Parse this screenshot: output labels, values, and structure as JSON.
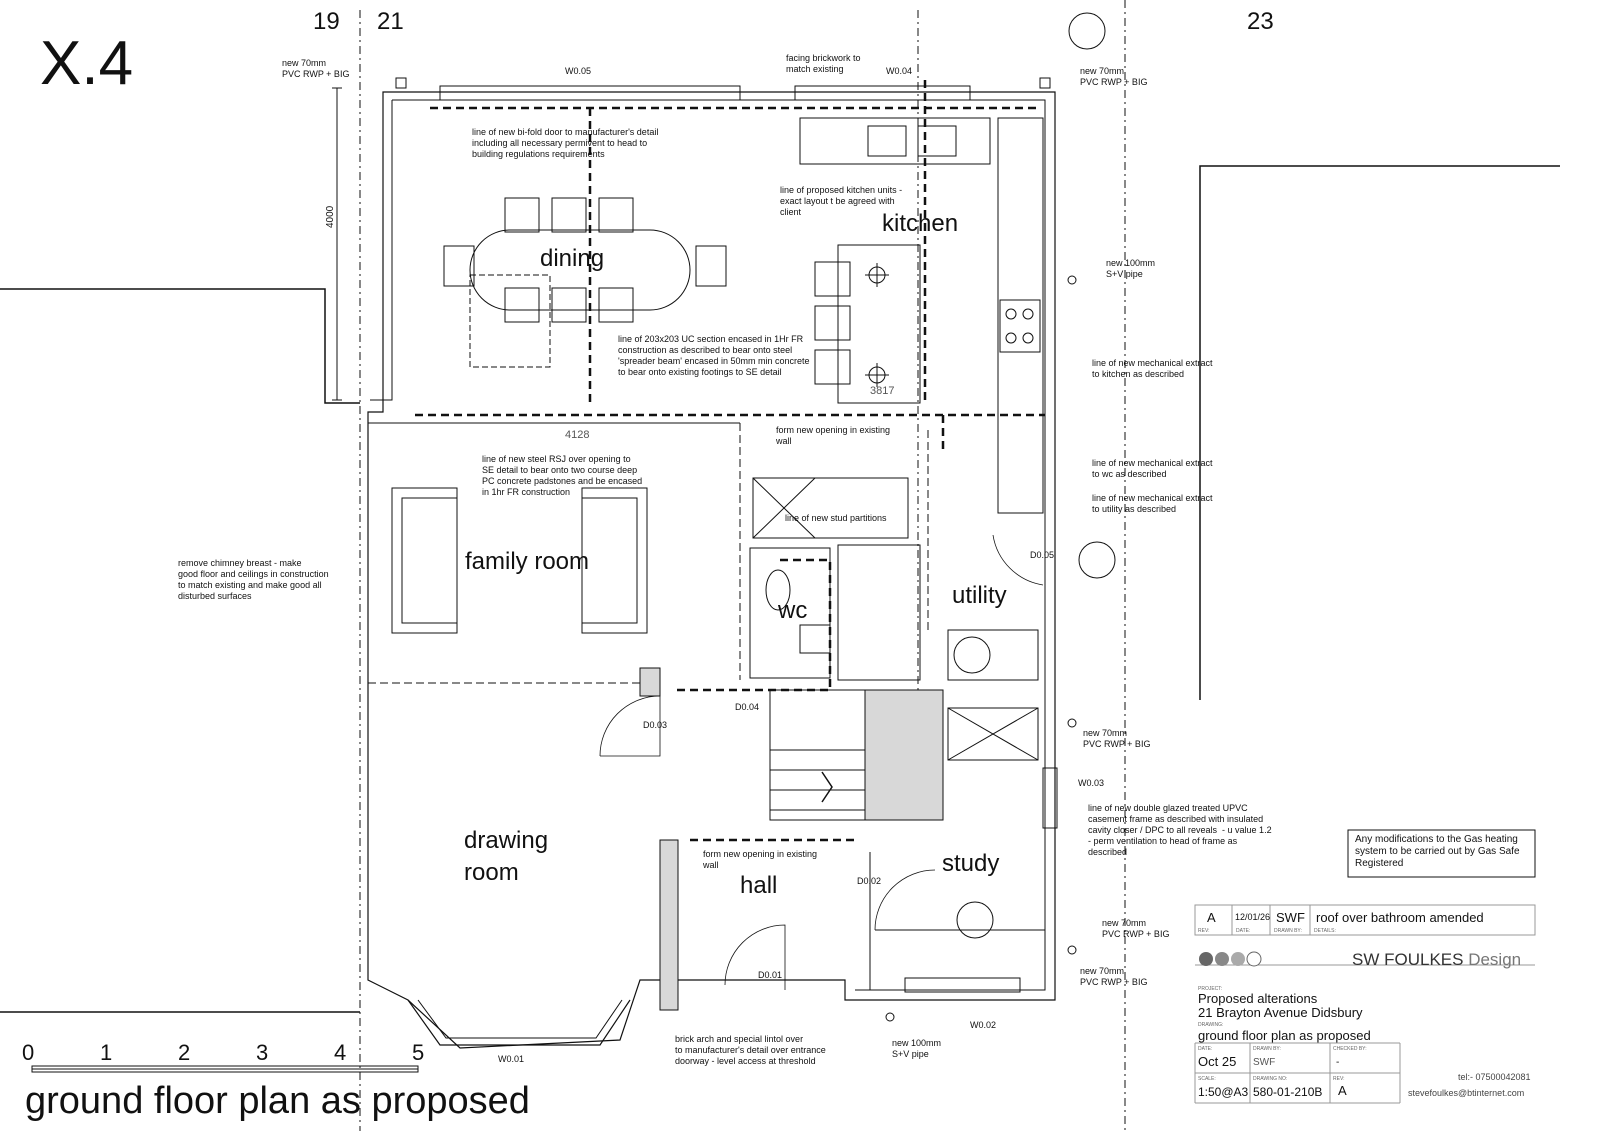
{
  "sheet_id": "X.4",
  "grid_labels": [
    "19",
    "21",
    "23"
  ],
  "rooms": {
    "dining": "dining",
    "kitchen": "kitchen",
    "family_room": "family room",
    "wc": "wc",
    "utility": "utility",
    "drawing_room": "drawing\nroom",
    "hall": "hall",
    "study": "study"
  },
  "window_labels": {
    "w005": "W0.05",
    "w004": "W0.04",
    "w003": "W0.03",
    "w002": "W0.02",
    "w001": "W0.01"
  },
  "door_labels": {
    "d005": "D0.05",
    "d004": "D0.04",
    "d003": "D0.03",
    "d002": "D0.02",
    "d001": "D0.01"
  },
  "dimensions": {
    "height_left": "4000",
    "kitchen_width": "3817",
    "opening_width": "4128"
  },
  "notes": {
    "rwp_top_left": "new 70mm\nPVC RWP + BIG",
    "rwp_top_right": "new 70mm\nPVC RWP + BIG",
    "facing_brickwork": "facing brickwork to\nmatch existing",
    "bifold": "line of new bi-fold door to manufacturer's detail\nincluding all necessary permivent to head to\nbuilding regulations requirements",
    "kitchen_units": "line of proposed kitchen units -\nexact layout t be agreed with\nclient",
    "sv_pipe_top": "new 100mm\nS+V pipe",
    "uc_section": "line of 203x203 UC section encased in 1Hr FR\nconstruction as described to bear onto steel\n'spreader beam' encased in 50mm min concrete\nto bear onto existing footings to SE detail",
    "extract_kitchen": "line of new mechanical extract\nto kitchen as described",
    "form_opening_top": "form new opening in existing\nwall",
    "rsj": "line of new steel RSJ over opening to\nSE detail to bear onto two course deep\nPC concrete padstones and be encased\nin 1hr FR construction",
    "extract_wc": "line of new mechanical extract\nto wc as described",
    "extract_utility": "line of new mechanical extract\nto utility as described",
    "stud_partitions": "line of new stud partitions",
    "chimney": "remove chimney breast - make\ngood floor and ceilings in construction\nto match existing and make good all\ndisturbed surfaces",
    "rwp_right_mid": "new 70mm\nPVC RWP + BIG",
    "casement": "line of new double glazed treated UPVC\ncasement frame as described with insulated\ncavity closer / DPC to all reveals  - u value 1.2\n- perm ventilation to head of frame as\ndescribed",
    "form_opening_hall": "form new opening in existing\nwall",
    "gas_notice": "Any modifications to the Gas heating\nsystem to be carried out by Gas Safe\nRegistered",
    "rwp_right_low1": "new 70mm\nPVC RWP + BIG",
    "rwp_right_low2": "new 70mm\nPVC RWP + BIG",
    "brick_arch": "brick arch and special lintol over\nto manufacturer's detail over entrance\ndoorway - level access at threshold",
    "sv_pipe_bottom": "new 100mm\nS+V pipe"
  },
  "scale_bar": {
    "ticks": [
      "0",
      "1",
      "2",
      "3",
      "4",
      "5"
    ]
  },
  "drawing_title": "ground floor plan as proposed",
  "title_block": {
    "revision": {
      "rev": "A",
      "date": "12/01/26",
      "drawn_by": "SWF",
      "details": "roof over bathroom amended",
      "labels": {
        "rev": "REV:",
        "date": "DATE:",
        "drawn": "DRAWN BY:",
        "details": "DETAILS:"
      }
    },
    "company_bold": "SW FOULKES",
    "company_light": " Design",
    "project_label": "PROJECT:",
    "project": "Proposed alterations\n21 Brayton Avenue Didsbury",
    "drawing_label": "DRAWING:",
    "drawing": "ground floor plan as proposed",
    "date_label": "DATE:",
    "date": "Oct 25",
    "drawn_label": "DRAWN BY:",
    "drawn": "SWF",
    "checked_label": "CHECKED BY:",
    "checked": "-",
    "scale_label": "SCALE:",
    "scale": "1:50@A3",
    "drawing_no_label": "DRAWING NO:",
    "drawing_no": "580-01-210B",
    "rev_label": "REV:",
    "rev": "A",
    "tel": "tel:- 07500042081",
    "email": "stevefoulkes@btinternet.com"
  }
}
